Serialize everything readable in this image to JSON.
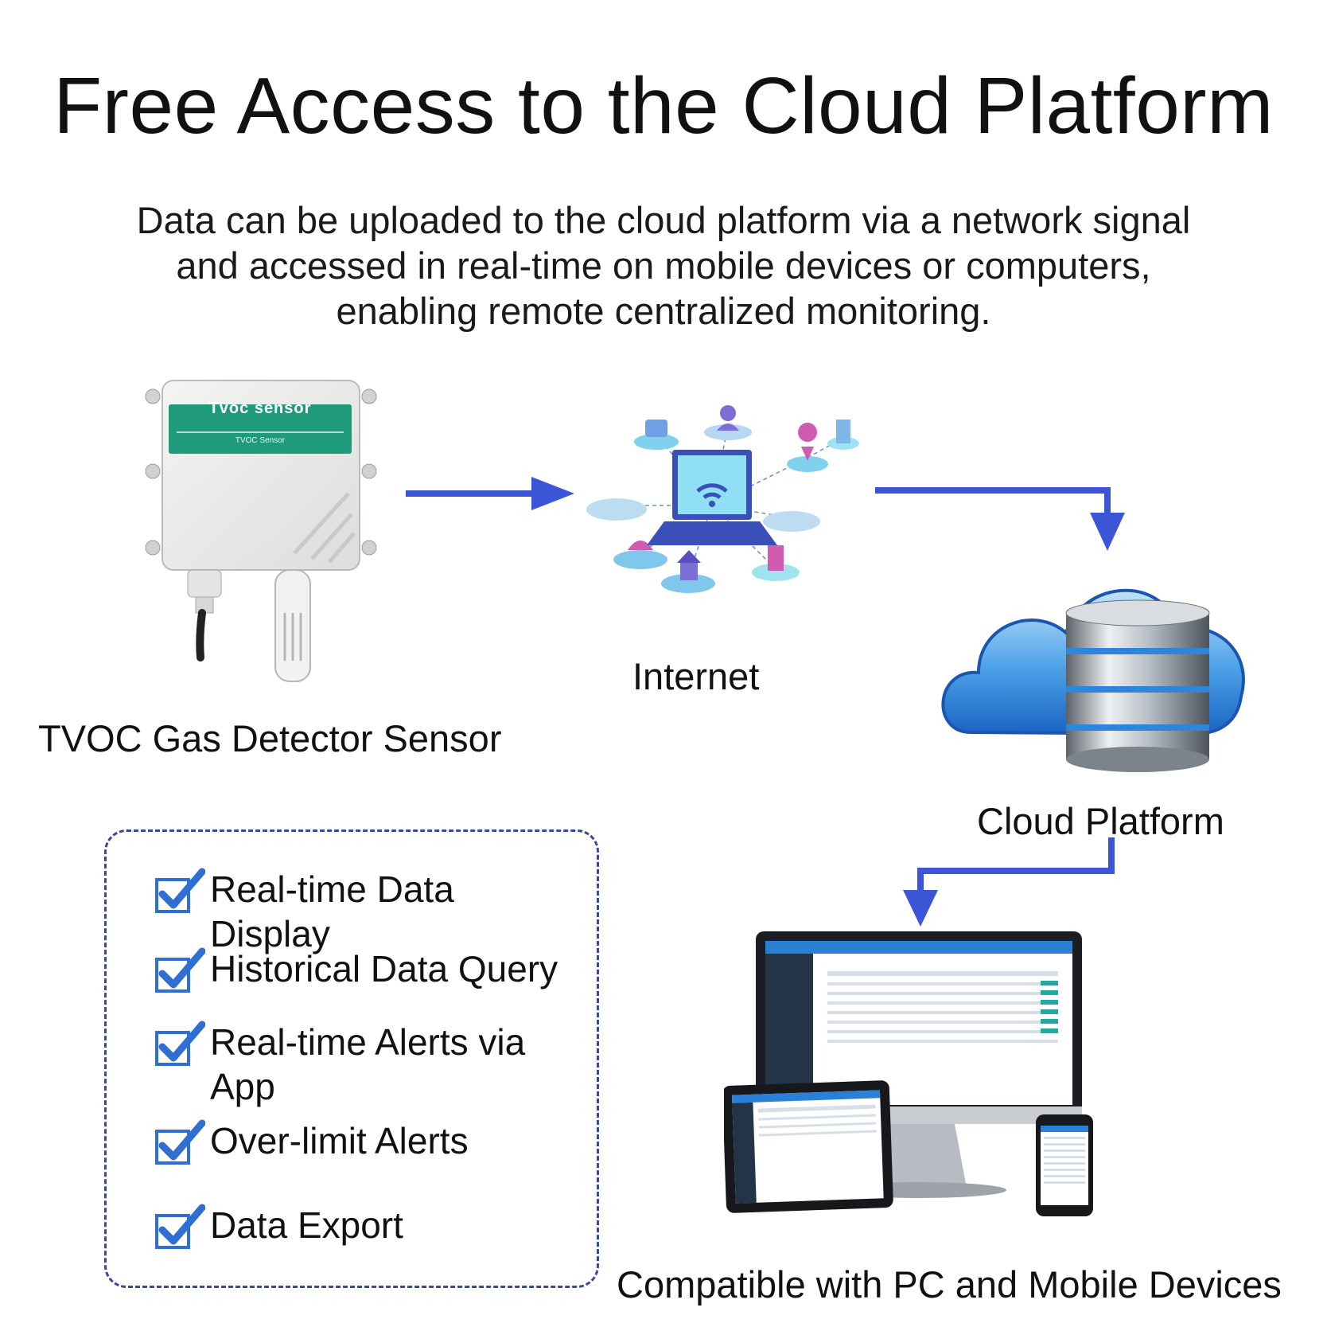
{
  "title": "Free Access to the Cloud Platform",
  "subtitle_lines": [
    "Data can be uploaded to the cloud platform via a network signal",
    "and accessed in real-time on mobile devices or computers,",
    "enabling remote centralized monitoring."
  ],
  "sensor": {
    "caption": "TVOC Gas Detector Sensor",
    "panel_label": "Tvoc sensor",
    "panel_sublabel": "TVOC Sensor"
  },
  "internet": {
    "caption": "Internet"
  },
  "cloud": {
    "caption": "Cloud Platform"
  },
  "devices": {
    "caption": "Compatible with PC and Mobile Devices"
  },
  "features": [
    {
      "label": "Real-time Data Display"
    },
    {
      "label": "Historical Data Query"
    },
    {
      "label": "Real-time Alerts via App"
    },
    {
      "label": "Over-limit Alerts"
    },
    {
      "label": "Data Export"
    }
  ],
  "colors": {
    "arrow": "#3b55d6",
    "sensor_panel": "#1f9a7a",
    "check": "#2f6fd1",
    "box_border": "#3a4a9a"
  }
}
